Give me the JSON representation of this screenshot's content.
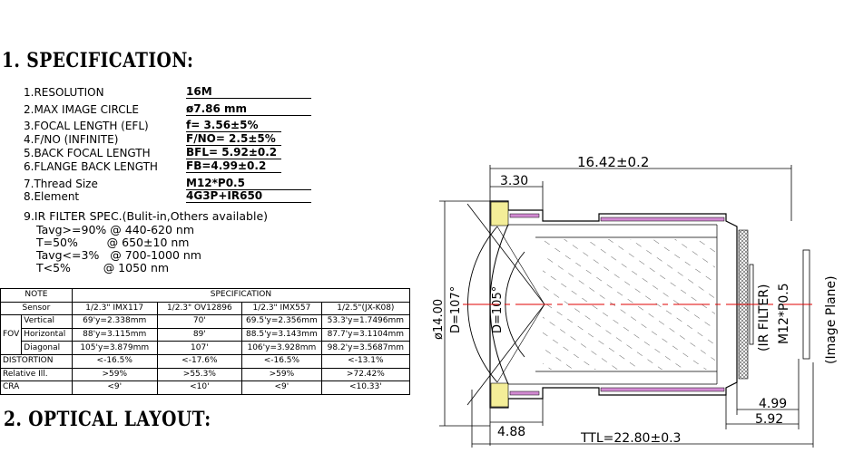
{
  "section1_title": "1. SPECIFICATION:",
  "section2_title": "2. OPTICAL LAYOUT:",
  "specs": [
    {
      "label": "1.RESOLUTION",
      "value": "16M"
    },
    {
      "label": "2.MAX IMAGE CIRCLE",
      "value": "ø7.86  mm"
    },
    {
      "label": "3.FOCAL LENGTH (EFL)",
      "value": "f= 3.56±5%"
    },
    {
      "label": "4.F/NO (INFINITE)",
      "value": "F/NO= 2.5±5%"
    },
    {
      "label": "5.BACK FOCAL LENGTH",
      "value": "BFL= 5.92±0.2"
    },
    {
      "label": "6.FLANGE BACK LENGTH",
      "value": "FB=4.99±0.2"
    },
    {
      "label": "7.Thread Size",
      "value": "M12*P0.5"
    },
    {
      "label": "8.Element",
      "value": "4G3P+IR650"
    }
  ],
  "ir_filter": {
    "title": "9.IR FILTER SPEC.(Bulit-in,Others available)",
    "lines": [
      "Tavg>=90% @ 440-620 nm",
      "T=50%        @ 650±10 nm",
      "Tavg<=3%   @ 700-1000 nm",
      "T<5%         @ 1050 nm"
    ]
  },
  "table": {
    "note_header": "NOTE",
    "spec_header": "SPECIFICATION",
    "sensor_label": "Sensor",
    "sensors": [
      "1/2.3\" IMX117",
      "1/2.3\" OV12896",
      "1/2.3\" IMX557",
      "1/2.5\"(JX-K08)"
    ],
    "fov_label": "FOV",
    "fov_rows": [
      {
        "label": "Vertical",
        "values": [
          "69'y=2.338mm",
          "70'",
          "69.5'y=2.356mm",
          "53.3'y=1.7496mm"
        ]
      },
      {
        "label": "Horizontal",
        "values": [
          "88'y=3.115mm",
          "89'",
          "88.5'y=3.143mm",
          "87.7'y=3.1104mm"
        ]
      },
      {
        "label": "Diagonal",
        "values": [
          "105'y=3.879mm",
          "107'",
          "106'y=3.928mm",
          "98.2'y=3.5687mm"
        ]
      }
    ],
    "other_rows": [
      {
        "label": "DISTORTION",
        "values": [
          "<-16.5%",
          "<-17.6%",
          "<-16.5%",
          "<-13.1%"
        ]
      },
      {
        "label": "Relative Ill.",
        "values": [
          ">59%",
          ">55.3%",
          ">59%",
          ">72.42%"
        ]
      },
      {
        "label": "CRA",
        "values": [
          "<9'",
          "<10'",
          "<9'",
          "<10.33'"
        ]
      }
    ]
  },
  "drawing": {
    "dim_total_top": "16.42±0.2",
    "dim_front": "3.30",
    "dim_diameter": "ø14.00",
    "dim_d107": "D=107°",
    "dim_d105": "D=105°",
    "ir_filter_label": "(IR FILTER)",
    "thread_label": "M12*P0.5",
    "image_plane_label": "(Image Plane)",
    "dim_flange": "4.88",
    "dim_fb": "4.99",
    "dim_bfl": "5.92",
    "dim_ttl": "TTL=22.80±0.3"
  }
}
